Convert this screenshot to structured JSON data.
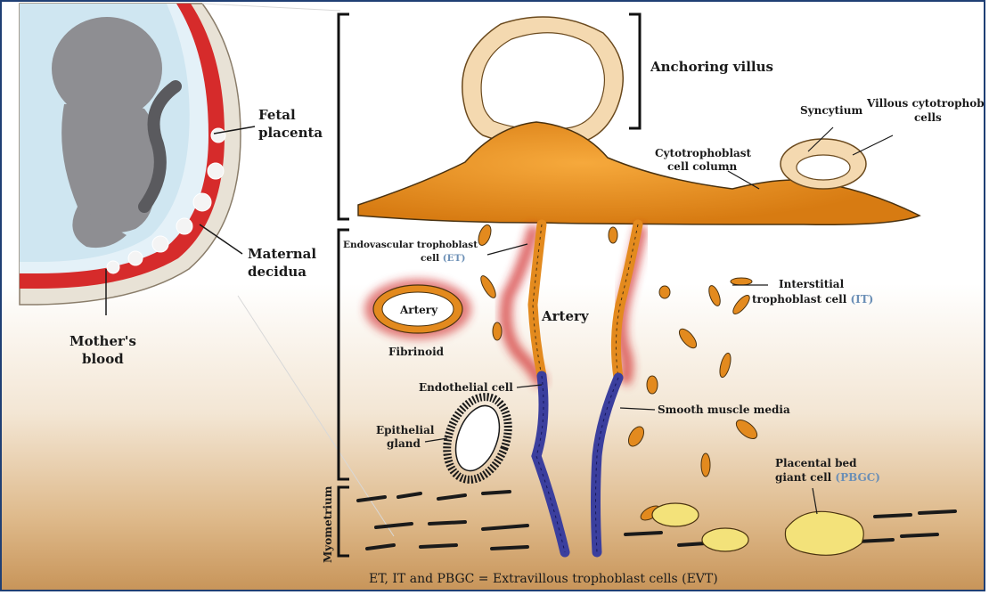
{
  "left_panel": {
    "fetal_placenta": [
      "Fetal",
      "placenta"
    ],
    "maternal_decidua": [
      "Maternal",
      "decidua"
    ],
    "mothers_blood": [
      "Mother's",
      "blood"
    ]
  },
  "labels": {
    "anchoring_villus": "Anchoring villus",
    "syncytium": "Syncytium",
    "villous_cytotrophoblast": [
      "Villous cytotrophoblast",
      "cells"
    ],
    "cytotrophoblast_column": [
      "Cytotrophoblast",
      "cell column"
    ],
    "endovascular_line1": "Endovascular trophoblast",
    "endovascular_line2": "cell",
    "endovascular_abbr": "(ET)",
    "interstitial_line1": "Interstitial",
    "interstitial_line2": "trophoblast cell",
    "interstitial_abbr": "(IT)",
    "artery_main": "Artery",
    "artery_small": "Artery",
    "fibrinoid": "Fibrinoid",
    "endothelial_cell": "Endothelial cell",
    "smooth_muscle": "Smooth muscle media",
    "epithelial_gland": [
      "Epithelial",
      "gland"
    ],
    "placental_bed_line1": "Placental bed",
    "placental_bed_line2": "giant cell",
    "placental_bed_abbr": "(PBGC)",
    "myometrium": "Myometrium"
  },
  "caption": "ET, IT and PBGC = Extravillous trophoblast cells (EVT)",
  "colors": {
    "trophoblast": "#e38a1e",
    "villus_fill": "#f4d9b0",
    "artery_glow": "#d12a2a",
    "endothelium": "#3b3f9e",
    "giant_cell": "#f3e27a",
    "decidua_red": "#d62b2b",
    "border": "#1f3f74"
  }
}
